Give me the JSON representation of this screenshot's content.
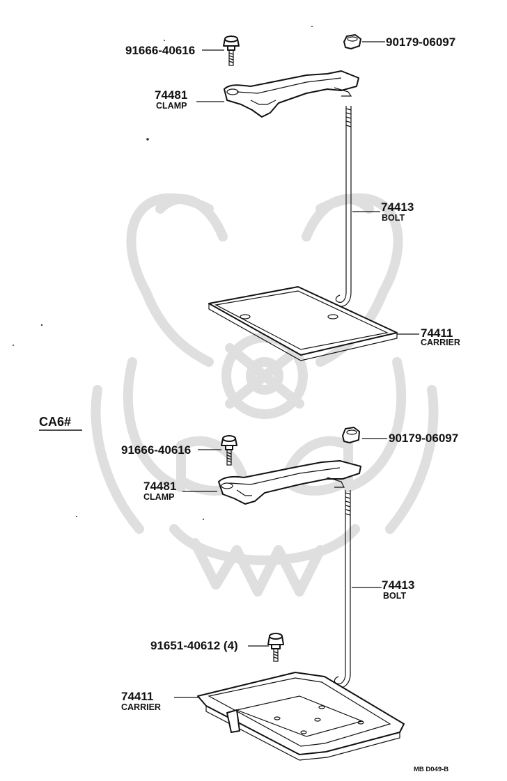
{
  "upper": {
    "bolt_small": {
      "number": "91666-40616"
    },
    "nut": {
      "number": "90179-06097"
    },
    "clamp": {
      "number": "74481",
      "name": "CLAMP"
    },
    "rod": {
      "number": "74413",
      "name": "BOLT"
    },
    "carrier": {
      "number": "74411",
      "name": "CARRIER"
    }
  },
  "section_label": "CA6#",
  "lower": {
    "bolt_small": {
      "number": "91666-40616"
    },
    "nut": {
      "number": "90179-06097"
    },
    "clamp": {
      "number": "74481",
      "name": "CLAMP"
    },
    "rod": {
      "number": "74413",
      "name": "BOLT"
    },
    "carrier_bolt": {
      "number": "91651-40612 (4)"
    },
    "carrier": {
      "number": "74411",
      "name": "CARRIER"
    }
  },
  "footer_code": "MB  D049-B",
  "colors": {
    "ink": "#111111",
    "watermark": "#dcdcdc",
    "background": "#ffffff"
  }
}
